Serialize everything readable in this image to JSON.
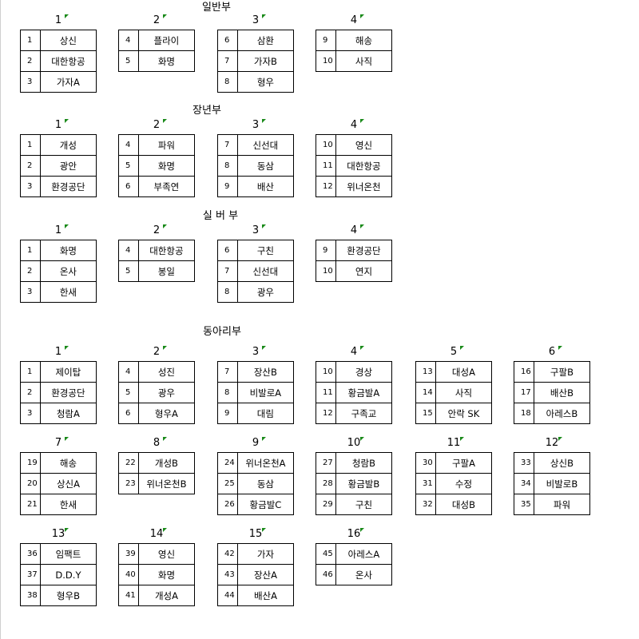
{
  "sections": [
    {
      "title": "일반부",
      "groups": [
        {
          "num": "1",
          "rows": [
            [
              "1",
              "상신"
            ],
            [
              "2",
              "대한항공"
            ],
            [
              "3",
              "가자A"
            ]
          ]
        },
        {
          "num": "2",
          "rows": [
            [
              "4",
              "플라이"
            ],
            [
              "5",
              "화명"
            ]
          ]
        },
        {
          "num": "3",
          "rows": [
            [
              "6",
              "삼환"
            ],
            [
              "7",
              "가자B"
            ],
            [
              "8",
              "형우"
            ]
          ]
        },
        {
          "num": "4",
          "rows": [
            [
              "9",
              "해송"
            ],
            [
              "10",
              "사직"
            ]
          ]
        }
      ]
    },
    {
      "title": "장년부",
      "groups": [
        {
          "num": "1",
          "rows": [
            [
              "1",
              "개성"
            ],
            [
              "2",
              "광안"
            ],
            [
              "3",
              "환경공단"
            ]
          ]
        },
        {
          "num": "2",
          "rows": [
            [
              "4",
              "파워"
            ],
            [
              "5",
              "화명"
            ],
            [
              "6",
              "부족연"
            ]
          ]
        },
        {
          "num": "3",
          "rows": [
            [
              "7",
              "신선대"
            ],
            [
              "8",
              "동삼"
            ],
            [
              "9",
              "배산"
            ]
          ]
        },
        {
          "num": "4",
          "rows": [
            [
              "10",
              "영신"
            ],
            [
              "11",
              "대한항공"
            ],
            [
              "12",
              "위너온천"
            ]
          ]
        }
      ]
    },
    {
      "title": "실 버 부",
      "groups": [
        {
          "num": "1",
          "rows": [
            [
              "1",
              "화명"
            ],
            [
              "2",
              "온사"
            ],
            [
              "3",
              "한새"
            ]
          ]
        },
        {
          "num": "2",
          "rows": [
            [
              "4",
              "대한항공"
            ],
            [
              "5",
              "봉일"
            ]
          ]
        },
        {
          "num": "3",
          "rows": [
            [
              "6",
              "구친"
            ],
            [
              "7",
              "신선대"
            ],
            [
              "8",
              "광우"
            ]
          ]
        },
        {
          "num": "4",
          "rows": [
            [
              "9",
              "환경공단"
            ],
            [
              "10",
              "연지"
            ]
          ]
        }
      ]
    },
    {
      "title": "동아리부",
      "groups": [
        {
          "num": "1",
          "rows": [
            [
              "1",
              "제이탑"
            ],
            [
              "2",
              "환경공단"
            ],
            [
              "3",
              "청람A"
            ]
          ]
        },
        {
          "num": "2",
          "rows": [
            [
              "4",
              "성진"
            ],
            [
              "5",
              "광우"
            ],
            [
              "6",
              "형우A"
            ]
          ]
        },
        {
          "num": "3",
          "rows": [
            [
              "7",
              "장산B"
            ],
            [
              "8",
              "비발로A"
            ],
            [
              "9",
              "대림"
            ]
          ]
        },
        {
          "num": "4",
          "rows": [
            [
              "10",
              "경상"
            ],
            [
              "11",
              "황금발A"
            ],
            [
              "12",
              "구족교"
            ]
          ]
        },
        {
          "num": "5",
          "rows": [
            [
              "13",
              "대성A"
            ],
            [
              "14",
              "사직"
            ],
            [
              "15",
              "안락 SK"
            ]
          ]
        },
        {
          "num": "6",
          "rows": [
            [
              "16",
              "구팔B"
            ],
            [
              "17",
              "배산B"
            ],
            [
              "18",
              "아레스B"
            ]
          ]
        },
        {
          "num": "7",
          "rows": [
            [
              "19",
              "해송"
            ],
            [
              "20",
              "상신A"
            ],
            [
              "21",
              "한새"
            ]
          ]
        },
        {
          "num": "8",
          "rows": [
            [
              "22",
              "개성B"
            ],
            [
              "23",
              "위너온천B"
            ]
          ]
        },
        {
          "num": "9",
          "rows": [
            [
              "24",
              "위너온천A"
            ],
            [
              "25",
              "동삼"
            ],
            [
              "26",
              "황금발C"
            ]
          ]
        },
        {
          "num": "10",
          "rows": [
            [
              "27",
              "청람B"
            ],
            [
              "28",
              "황금발B"
            ],
            [
              "29",
              "구친"
            ]
          ]
        },
        {
          "num": "11",
          "rows": [
            [
              "30",
              "구팔A"
            ],
            [
              "31",
              "수정"
            ],
            [
              "32",
              "대성B"
            ]
          ]
        },
        {
          "num": "12",
          "rows": [
            [
              "33",
              "상신B"
            ],
            [
              "34",
              "비발로B"
            ],
            [
              "35",
              "파워"
            ]
          ]
        },
        {
          "num": "13",
          "rows": [
            [
              "36",
              "임팩트"
            ],
            [
              "37",
              "D.D.Y"
            ],
            [
              "38",
              "형우B"
            ]
          ]
        },
        {
          "num": "14",
          "rows": [
            [
              "39",
              "영신"
            ],
            [
              "40",
              "화명"
            ],
            [
              "41",
              "개성A"
            ]
          ]
        },
        {
          "num": "15",
          "rows": [
            [
              "42",
              "가자"
            ],
            [
              "43",
              "장산A"
            ],
            [
              "44",
              "배산A"
            ]
          ]
        },
        {
          "num": "16",
          "rows": [
            [
              "45",
              "아레스A"
            ],
            [
              "46",
              "온사"
            ]
          ]
        }
      ]
    }
  ],
  "colors": {
    "corner_marker": "#1a8a1a",
    "cell_border": "#000000"
  }
}
